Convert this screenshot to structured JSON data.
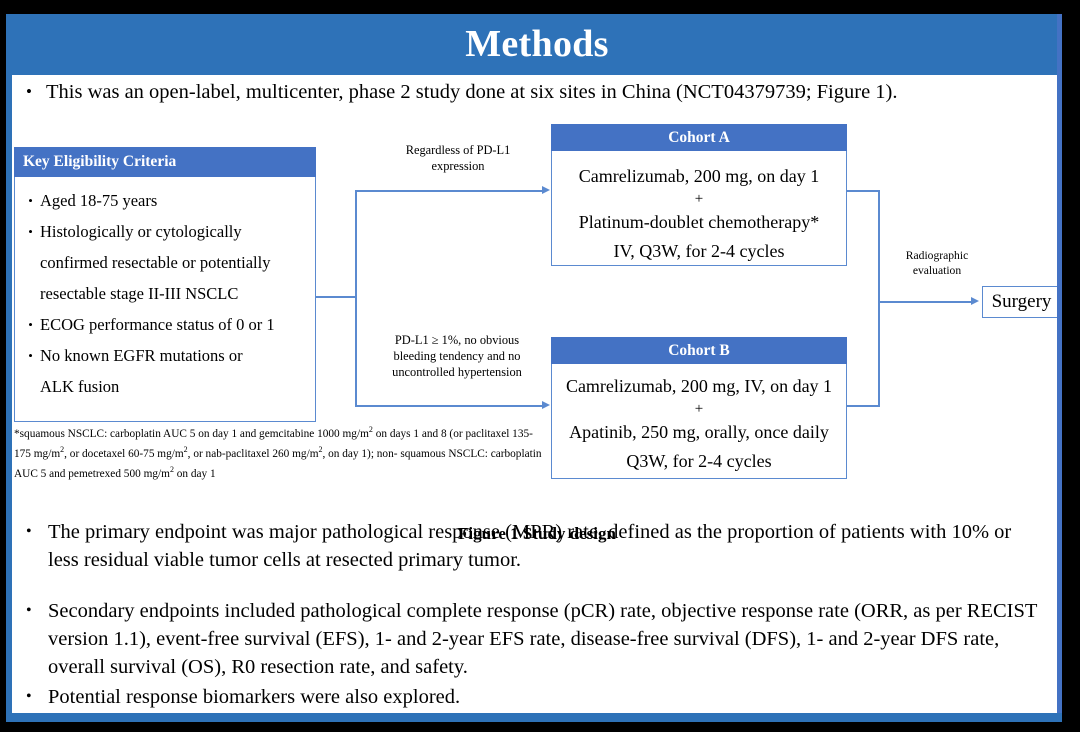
{
  "slide": {
    "title": "Methods",
    "intro_bullet": "This was an open-label, multicenter, phase 2 study done at six sites in China (NCT04379739; Figure 1).",
    "figure_caption": "Figure 1 Study design"
  },
  "colors": {
    "title_bar_blue": "#2E72B8",
    "box_header_blue": "#4472C4",
    "connector_blue": "#5B8AD0",
    "frame_black": "#000000"
  },
  "eligibility": {
    "header": "Key  Eligibility Criteria",
    "criteria": [
      "Aged 18-75 years",
      "Histologically or cytologically",
      "confirmed resectable or potentially",
      "resectable stage II-III  NSCLC",
      "ECOG performance status of 0 or 1",
      "No known EGFR mutations or",
      "ALK fusion"
    ],
    "bulleted_flags": [
      true,
      true,
      false,
      false,
      true,
      true,
      false
    ]
  },
  "footnote": {
    "line1_a": "*squamous NSCLC: carboplatin AUC 5 on day 1 and gemcitabine 1000 mg/m",
    "line1_sup": "2",
    "line1_b": " on days 1 and 8 (or",
    "line2_a": "paclitaxel  135-175  mg/m",
    "line2_sup1": "2",
    "line2_b": ", or docetaxel 60-75 mg/m",
    "line2_sup2": "2",
    "line2_c": ", or nab-paclitaxel 260 mg/m",
    "line2_sup3": "2",
    "line2_d": ", on day 1); non-",
    "line3_a": "squamous NSCLC: carboplatin AUC 5 and pemetrexed 500 mg/m",
    "line3_sup": "2",
    "line3_b": " on day 1"
  },
  "cohort_a": {
    "header": "Cohort A",
    "line1": "Camrelizumab, 200 mg, on day 1",
    "plus": "+",
    "line2": "Platinum-doublet chemotherapy*",
    "line3": "IV, Q3W, for 2-4 cycles"
  },
  "cohort_b": {
    "header": "Cohort B",
    "line1": "Camrelizumab, 200 mg, IV, on day 1",
    "plus": "+",
    "line2": "Apatinib, 250 mg, orally, once daily",
    "line3": "Q3W, for 2-4 cycles"
  },
  "connectors": {
    "label_a_line1": "Regardless  of PD-L1",
    "label_a_line2": "expression",
    "label_b_line1": "PD-L1 ≥ 1%, no obvious",
    "label_b_line2": "bleeding tendency  and no",
    "label_b_line3": "uncontrolled  hypertension",
    "label_radiographic_line1": "Radiographic",
    "label_radiographic_line2": "evaluation"
  },
  "surgery": {
    "label": "Surgery"
  },
  "bullets": {
    "bullet_char": "•",
    "items": [
      "The primary endpoint was major pathological response (MPR) rate, defined as the proportion of patients with 10% or less residual viable tumor cells at resected primary tumor.",
      "Secondary endpoints included pathological complete response (pCR) rate, objective response rate (ORR, as per RECIST version 1.1), event-free survival (EFS), 1- and 2-year EFS rate, disease-free survival (DFS), 1- and 2-year DFS rate, overall survival (OS), R0 resection rate, and safety.",
      "Potential response biomarkers were also explored."
    ]
  }
}
